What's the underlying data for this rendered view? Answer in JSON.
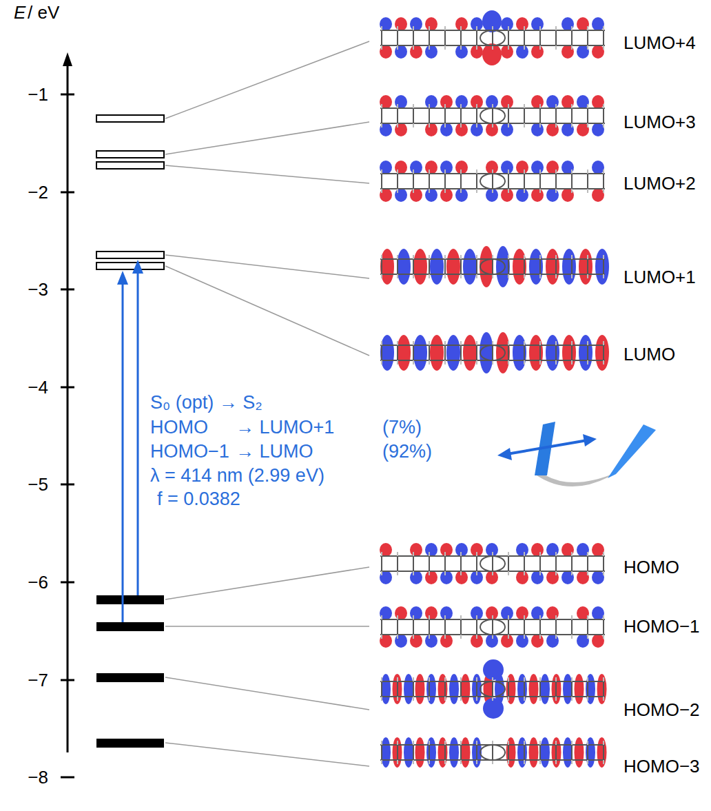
{
  "diagram": {
    "labels": [
      "E",
      "/ eV",
      "−1",
      "−2",
      "−3",
      "−4",
      "−5",
      "−6",
      "−7",
      "−8",
      "LUMO+4",
      "LUMO+3",
      "LUMO+2",
      "LUMO+1",
      "LUMO",
      "HOMO",
      "HOMO−1",
      "HOMO−2",
      "HOMO−3",
      "S₀ (opt) → S₂",
      "HOMO",
      "→ LUMO+1",
      "(7%)",
      "HOMO−1",
      "→ LUMO",
      "(92%)",
      "λ = 414 nm (2.99 eV)",
      "f = 0.0382"
    ]
  }
}
